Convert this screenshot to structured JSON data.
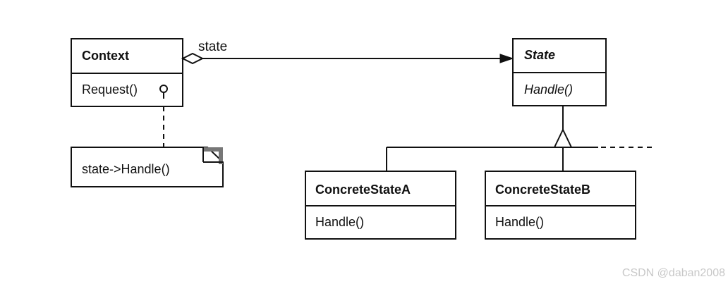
{
  "classes": {
    "context": {
      "name": "Context",
      "operation": "Request()"
    },
    "state": {
      "name": "State",
      "operation": "Handle()"
    },
    "concrete_a": {
      "name": "ConcreteStateA",
      "operation": "Handle()"
    },
    "concrete_b": {
      "name": "ConcreteStateB",
      "operation": "Handle()"
    }
  },
  "association": {
    "role": "state"
  },
  "note": {
    "text": "state->Handle()"
  },
  "watermark": "CSDN @daban2008"
}
